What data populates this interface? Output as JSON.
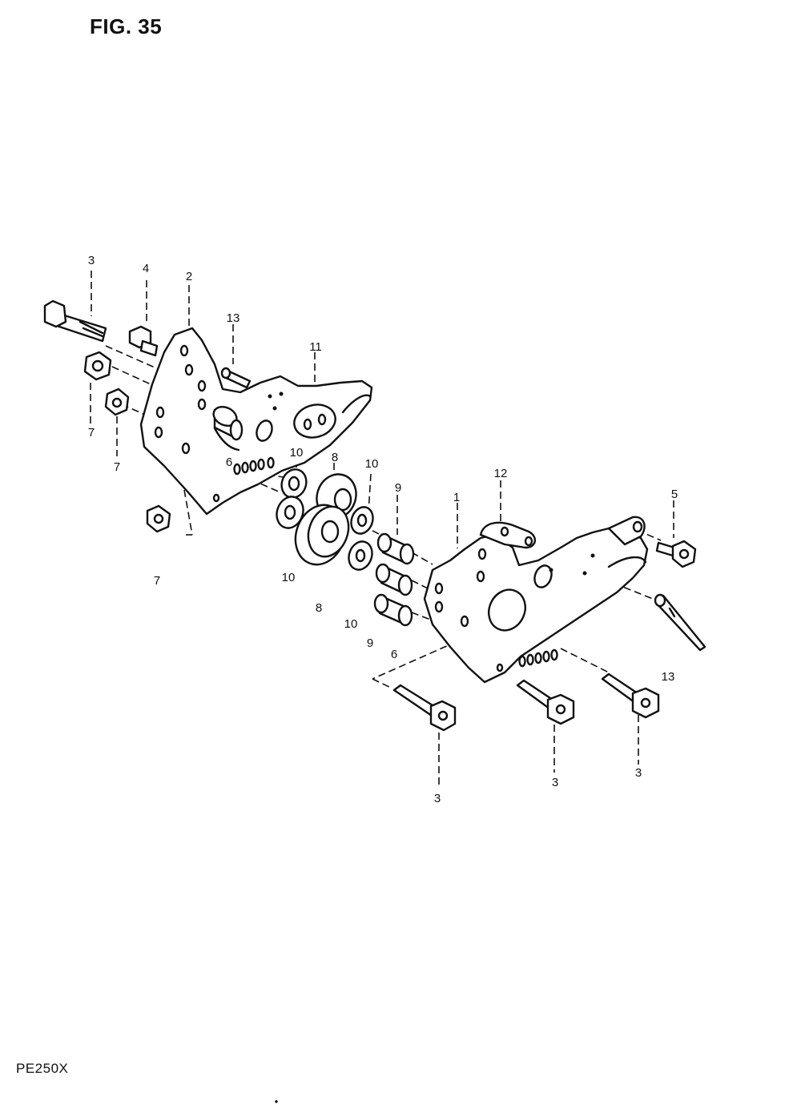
{
  "figure": {
    "title": "FIG. 35",
    "model": "PE250X"
  },
  "callouts": {
    "c3a": "3",
    "c4": "4",
    "c2": "2",
    "c13a": "13",
    "c11": "11",
    "c7a": "7",
    "c7b": "7",
    "c7c": "7",
    "c6a": "6",
    "c10a": "10",
    "c8a": "8",
    "c10b": "10",
    "c9a": "9",
    "c1": "1",
    "c12": "12",
    "c5": "5",
    "c10c": "10",
    "c8b": "8",
    "c10d": "10",
    "c9b": "9",
    "c6b": "6",
    "c13b": "13",
    "c3b": "3",
    "c3c": "3",
    "c3d": "3"
  }
}
